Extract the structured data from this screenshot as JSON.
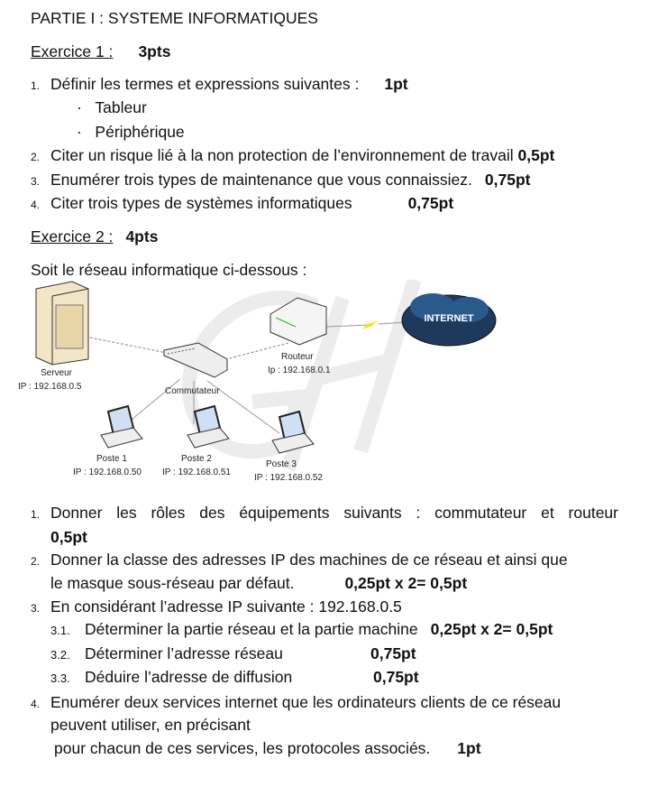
{
  "title": "PARTIE I : SYSTEME INFORMATIQUES",
  "ex1": {
    "heading": "Exercice 1 :",
    "points": "3pts",
    "q1": {
      "num": "1.",
      "text": "Définir les termes et expressions suivantes :",
      "pts": "1pt",
      "bullets": [
        "Tableur",
        "Périphérique"
      ]
    },
    "q2": {
      "num": "2.",
      "text": "Citer un risque lié à la non protection de l’environnement de travail",
      "pts": "0,5pt"
    },
    "q3": {
      "num": "3.",
      "text": "Enumérer trois types de maintenance que vous connaissiez.",
      "pts": "0,75pt"
    },
    "q4": {
      "num": "4.",
      "text": "Citer trois types de systèmes informatiques",
      "pts": "0,75pt"
    }
  },
  "ex2": {
    "heading": "Exercice 2 :",
    "points": "4pts",
    "intro": "Soit le réseau informatique ci-dessous :",
    "diagram": {
      "server": "Serveur",
      "server_ip": "IP : 192.168.0.5",
      "switch": "Commutateur",
      "router": "Routeur",
      "router_ip": "Ip : 192.168.0.1",
      "internet": "INTERNET",
      "postes": [
        {
          "name": "Poste 1",
          "ip": "IP : 192.168.0.50"
        },
        {
          "name": "Poste 2",
          "ip": "IP : 192.168.0.51"
        },
        {
          "name": "Poste 3",
          "ip": "IP : 192.168.0.52"
        }
      ]
    },
    "q1": {
      "num": "1.",
      "text": "Donner les rôles des équipements suivants : commutateur et routeur",
      "pts": "0,5pt"
    },
    "q2": {
      "num": "2.",
      "text": "Donner la classe des adresses IP des machines de ce réseau et ainsi que",
      "text2": "le masque sous-réseau par défaut.",
      "pts": "0,25pt x 2= 0,5pt"
    },
    "q3": {
      "num": "3.",
      "text": "En considérant l’adresse IP suivante : 192.168.0.5",
      "sub": [
        {
          "num": "3.1.",
          "text": "Déterminer la partie réseau et la partie machine",
          "pts": "0,25pt x 2= 0,5pt"
        },
        {
          "num": "3.2.",
          "text": "Déterminer l’adresse réseau",
          "pts": "0,75pt"
        },
        {
          "num": "3.3.",
          "text": "Déduire l’adresse de diffusion",
          "pts": "0,75pt"
        }
      ]
    },
    "q4": {
      "num": "4.",
      "text": "Enumérer deux services internet que les ordinateurs clients de ce réseau",
      "text2": "peuvent utiliser, en précisant",
      "text3": "pour chacun de ces services, les protocoles associés.",
      "pts": "1pt"
    }
  }
}
